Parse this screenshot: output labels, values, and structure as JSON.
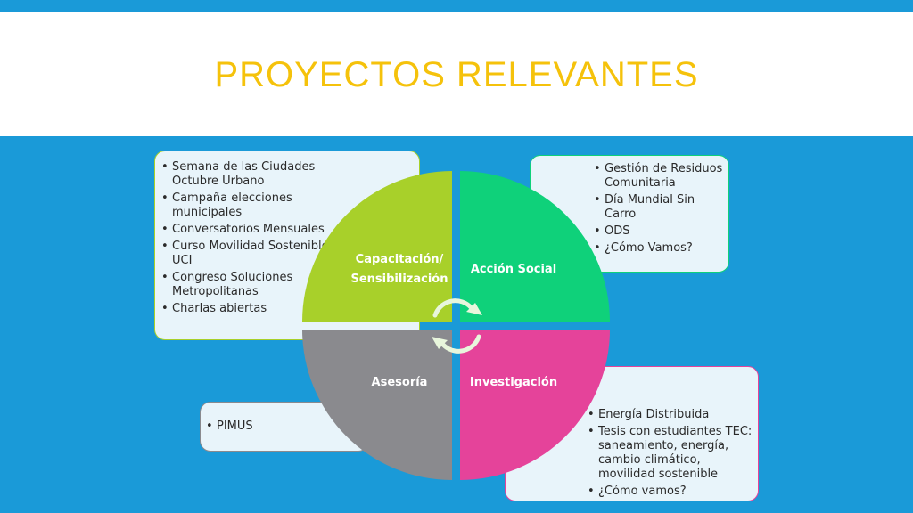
{
  "slide": {
    "title": "PROYECTOS RELEVANTES"
  },
  "colors": {
    "background": "#1a9ad8",
    "title": "#f5c20b",
    "capacitacion": "#a8d02a",
    "accion_social": "#0fd17a",
    "asesoria": "#8a8a8e",
    "investigacion": "#e5439a"
  },
  "quadrants": {
    "capacitacion": {
      "label_line1": "Capacitación/",
      "label_line2": "Sensibilización"
    },
    "accion_social": {
      "label": "Acción Social"
    },
    "asesoria": {
      "label": "Asesoría"
    },
    "investigacion": {
      "label": "Investigación"
    }
  },
  "lists": {
    "capacitacion": [
      "Semana de las Ciudades – Octubre Urbano",
      "Campaña elecciones municipales",
      "Conversatorios Mensuales",
      "Curso Movilidad Sostenible UCI",
      "Congreso Soluciones Metropolitanas",
      "Charlas abiertas"
    ],
    "accion_social": [
      "Gestión de Residuos Comunitaria",
      "Día Mundial Sin Carro",
      "ODS",
      "¿Cómo Vamos?"
    ],
    "asesoria": [
      "PIMUS"
    ],
    "investigacion": [
      "Energía Distribuida",
      "Tesis con estudiantes TEC: saneamiento, energía, cambio climático, movilidad sostenible",
      "¿Cómo vamos?"
    ]
  }
}
